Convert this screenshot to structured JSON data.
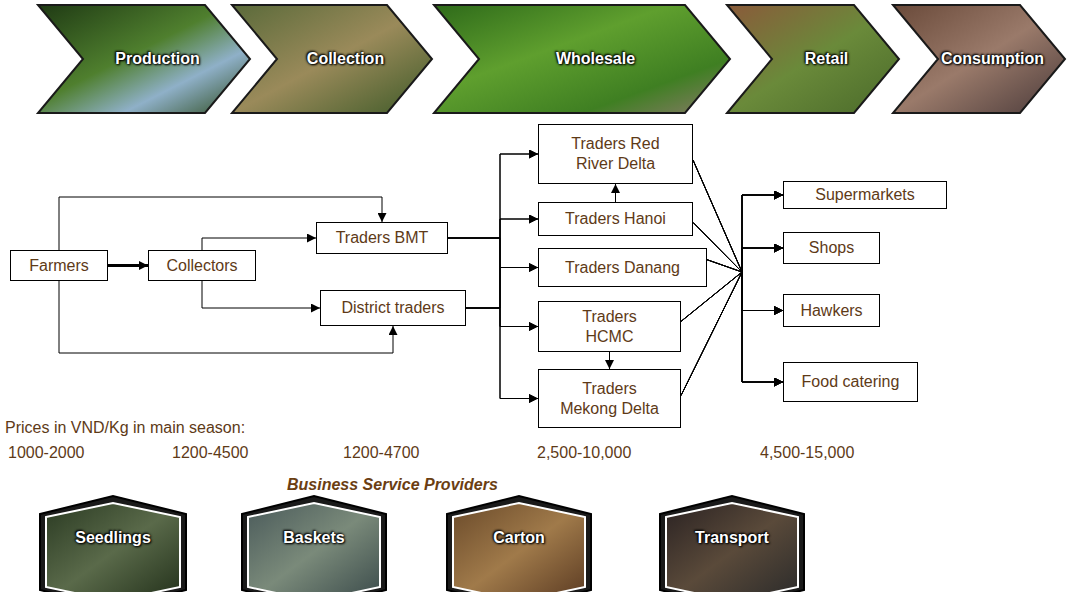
{
  "diagram": {
    "nodes": [
      {
        "text": [
          "Production"
        ]
      },
      {
        "text": [
          "Collection"
        ]
      },
      {
        "text": [
          "Wholesale"
        ]
      },
      {
        "text": [
          "Retail"
        ]
      },
      {
        "text": [
          "Consumption"
        ]
      },
      {
        "text": [
          "Farmers"
        ]
      },
      {
        "text": [
          "Collectors"
        ]
      },
      {
        "text": [
          "Traders BMT"
        ]
      },
      {
        "text": [
          "District traders"
        ]
      },
      {
        "text": [
          "Traders Red River Delta"
        ]
      },
      {
        "text": [
          "Traders Hanoi"
        ]
      },
      {
        "text": [
          "Traders Danang"
        ]
      },
      {
        "text": [
          "Traders HCMC"
        ]
      },
      {
        "text": [
          "Traders Mekong Delta"
        ]
      },
      {
        "text": [
          "Supermarkets"
        ]
      },
      {
        "text": [
          "Shops"
        ]
      },
      {
        "text": [
          "Hawkers"
        ]
      },
      {
        "text": [
          "Food catering"
        ]
      },
      {
        "text": [
          "Seedlings"
        ]
      },
      {
        "text": [
          "Baskets"
        ]
      },
      {
        "text": [
          "Carton"
        ]
      },
      {
        "text": [
          "Transport"
        ]
      }
    ],
    "edges": [
      {
        "from": 5,
        "to": 6,
        "arrow": "to"
      },
      {
        "from": 5,
        "to": 7,
        "arrow": "to"
      },
      {
        "from": 5,
        "to": 8,
        "arrow": "to"
      },
      {
        "from": 6,
        "to": 7,
        "arrow": "to"
      },
      {
        "from": 6,
        "to": 8,
        "arrow": "to"
      },
      {
        "from": 7,
        "to": 9,
        "arrow": "to"
      },
      {
        "from": 7,
        "to": 10,
        "arrow": "to"
      },
      {
        "from": 7,
        "to": 11,
        "arrow": "to"
      },
      {
        "from": 7,
        "to": 12,
        "arrow": "to"
      },
      {
        "from": 7,
        "to": 13,
        "arrow": "to"
      },
      {
        "from": 8,
        "to": 9,
        "arrow": "to"
      },
      {
        "from": 8,
        "to": 10,
        "arrow": "to"
      },
      {
        "from": 8,
        "to": 11,
        "arrow": "to"
      },
      {
        "from": 8,
        "to": 12,
        "arrow": "to"
      },
      {
        "from": 8,
        "to": 13,
        "arrow": "to"
      },
      {
        "from": 10,
        "to": 9,
        "arrow": "to"
      },
      {
        "from": 12,
        "to": 13,
        "arrow": "to"
      },
      {
        "from": 9,
        "to": 14,
        "arrow": "to"
      },
      {
        "from": 9,
        "to": 15,
        "arrow": "to"
      },
      {
        "from": 9,
        "to": 16,
        "arrow": "to"
      },
      {
        "from": 9,
        "to": 17,
        "arrow": "to"
      },
      {
        "from": 10,
        "to": 14,
        "arrow": "to"
      },
      {
        "from": 10,
        "to": 15,
        "arrow": "to"
      },
      {
        "from": 10,
        "to": 16,
        "arrow": "to"
      },
      {
        "from": 10,
        "to": 17,
        "arrow": "to"
      },
      {
        "from": 11,
        "to": 14,
        "arrow": "to"
      },
      {
        "from": 11,
        "to": 15,
        "arrow": "to"
      },
      {
        "from": 11,
        "to": 16,
        "arrow": "to"
      },
      {
        "from": 11,
        "to": 17,
        "arrow": "to"
      },
      {
        "from": 12,
        "to": 14,
        "arrow": "to"
      },
      {
        "from": 12,
        "to": 15,
        "arrow": "to"
      },
      {
        "from": 12,
        "to": 16,
        "arrow": "to"
      },
      {
        "from": 12,
        "to": 17,
        "arrow": "to"
      },
      {
        "from": 13,
        "to": 14,
        "arrow": "to"
      },
      {
        "from": 13,
        "to": 15,
        "arrow": "to"
      },
      {
        "from": 13,
        "to": 16,
        "arrow": "to"
      },
      {
        "from": 13,
        "to": 17,
        "arrow": "to"
      }
    ],
    "labels": [
      "Prices in VND/Kg in main season:",
      "1000-2000",
      "1200-4500",
      "1200-4700",
      "2,500-10,000",
      "4,500-15,000",
      "Business Service Providers"
    ]
  }
}
